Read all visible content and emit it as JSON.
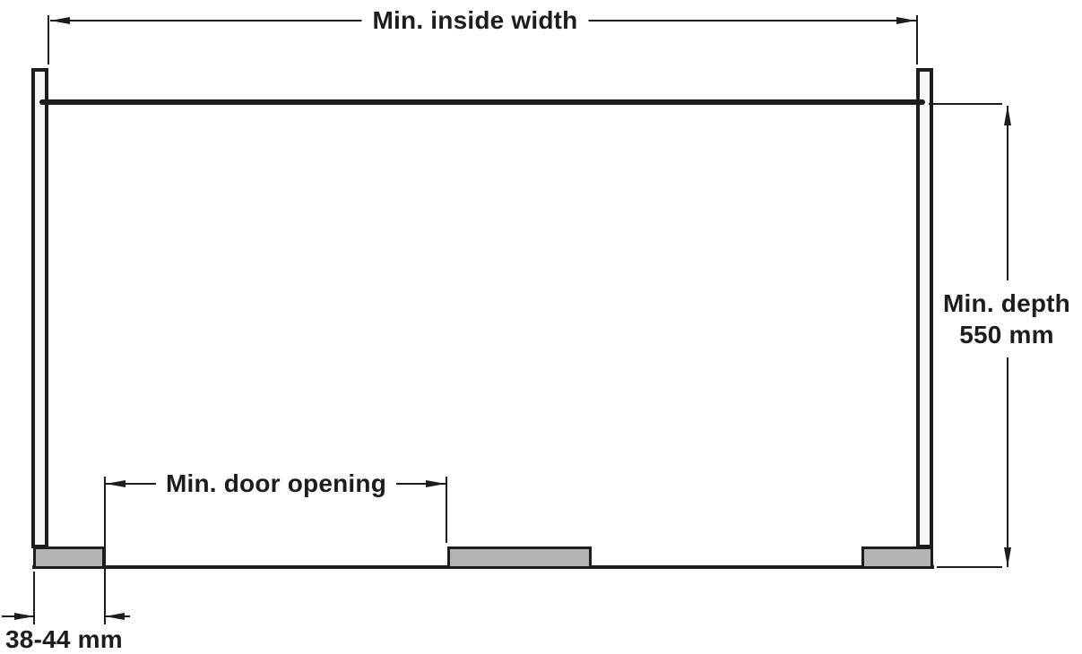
{
  "diagram": {
    "type": "cabinet-installation-dimension-drawing",
    "dimensions": {
      "inside_width": {
        "label": "Min. inside width"
      },
      "depth": {
        "label": "Min. depth",
        "value": "550 mm"
      },
      "door_opening": {
        "label": "Min. door opening"
      },
      "side_offset": {
        "label": "38-44 mm"
      }
    }
  },
  "colors": {
    "line": "#1d1d1b",
    "bg": "#ffffff",
    "panel-fill": "#f6f6f6",
    "block-fill": "#b4b4b4"
  }
}
